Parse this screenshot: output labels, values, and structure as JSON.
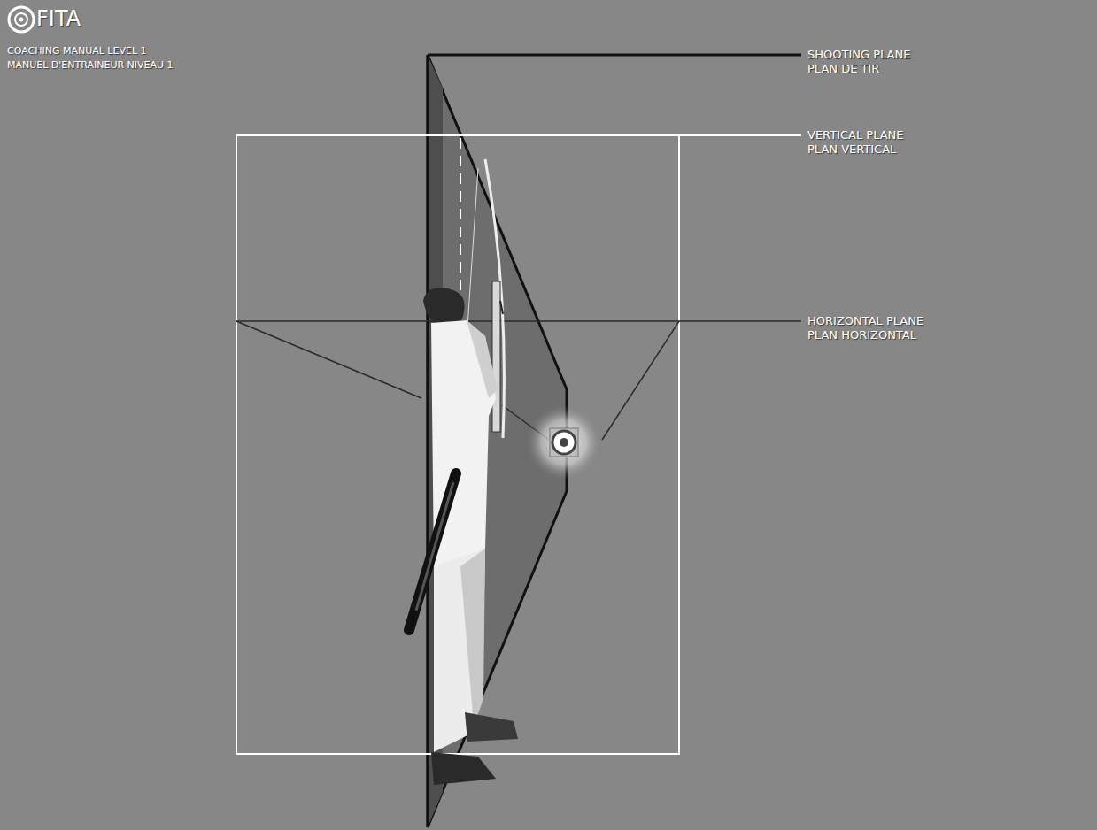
{
  "diagram": {
    "labels": [
      "FITA",
      "COACHING MANUAL LEVEL 1",
      "MANUEL D'ENTRAINEUR NIVEAU 1",
      "SHOOTING PLANE",
      "PLAN DE TIR",
      "VERTICAL PLANE",
      "PLAN VERTICAL",
      "HORIZONTAL PLANE",
      "PLAN HORIZONTAL"
    ]
  }
}
